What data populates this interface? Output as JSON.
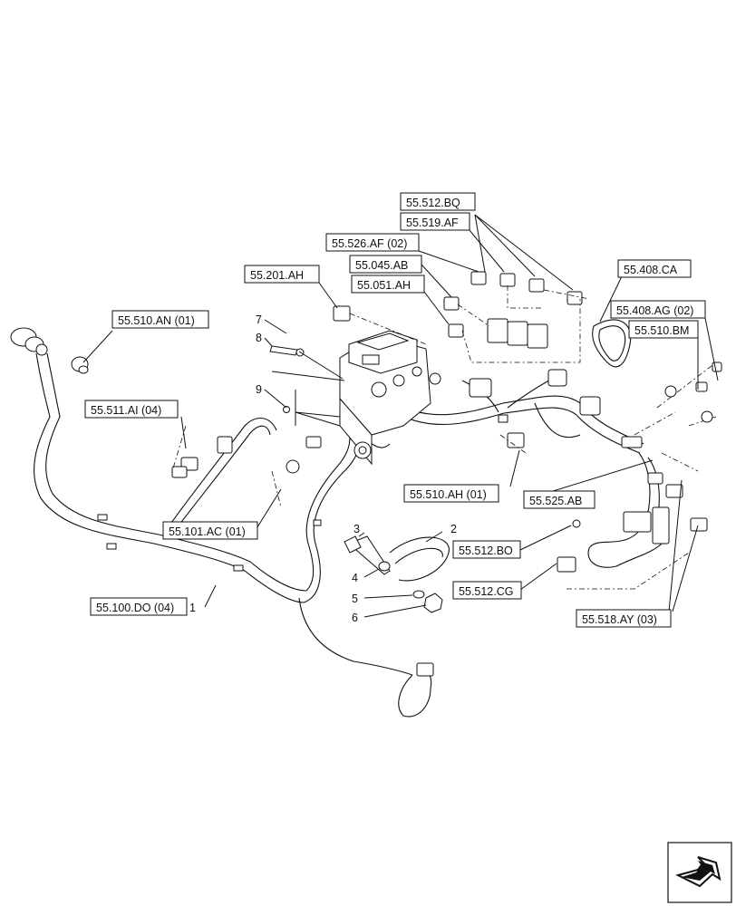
{
  "references": {
    "r55512BQ": "55.512.BQ",
    "r55519AF": "55.519.AF",
    "r55526AF": "55.526.AF (02)",
    "r55045AB": "55.045.AB",
    "r55051AH": "55.051.AH",
    "r55201AH": "55.201.AH",
    "r55408CA": "55.408.CA",
    "r55408AG": "55.408.AG (02)",
    "r55510BM": "55.510.BM",
    "r55510AN": "55.510.AN (01)",
    "r55511AI": "55.511.AI (04)",
    "r55510AH": "55.510.AH (01)",
    "r55525AB": "55.525.AB",
    "r55101AC": "55.101.AC (01)",
    "r55512BO": "55.512.BO",
    "r55512CG": "55.512.CG",
    "r55518AY": "55.518.AY (03)",
    "r55100DO": "55.100.DO (04)"
  },
  "item_numbers": {
    "n1": "1",
    "n2": "2",
    "n3": "3",
    "n4": "4",
    "n5": "5",
    "n6": "6",
    "n7": "7",
    "n8": "8",
    "n9": "9"
  },
  "icons": {
    "navigation": "next-page-arrow-icon"
  }
}
